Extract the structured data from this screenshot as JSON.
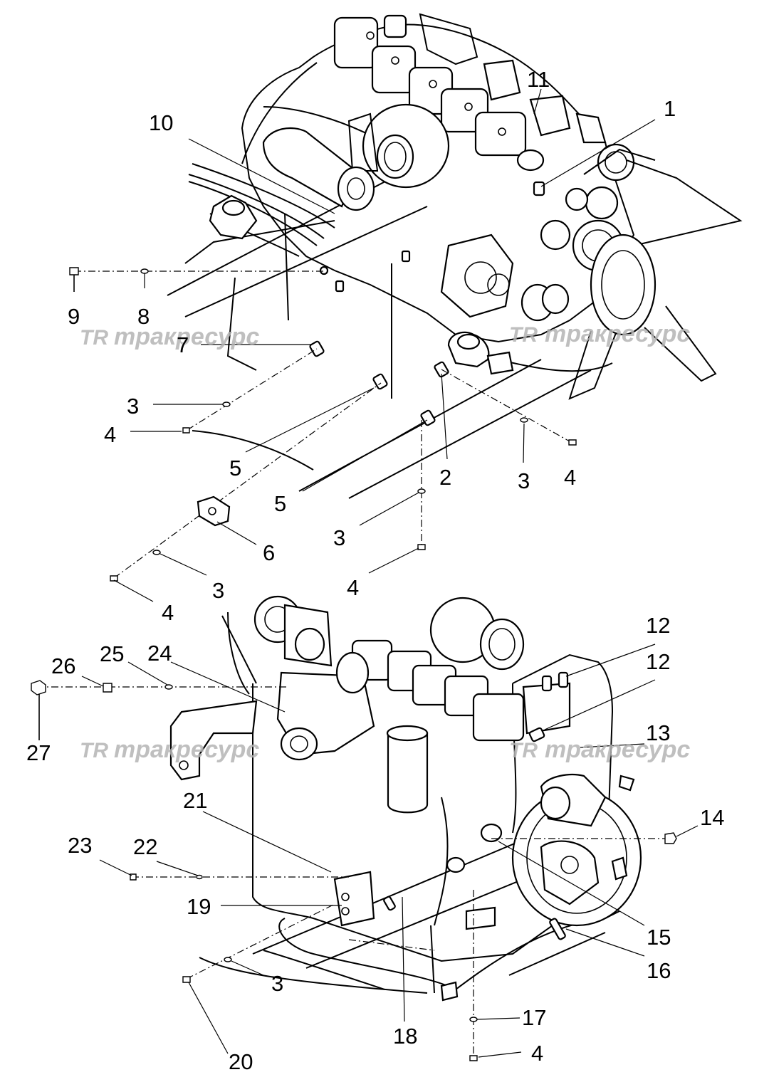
{
  "watermark": {
    "logo": "TR",
    "text": "тракресурс"
  },
  "top_assembly": {
    "callouts": [
      "1",
      "2",
      "3",
      "3",
      "3",
      "3",
      "4",
      "4",
      "4",
      "4",
      "5",
      "5",
      "6",
      "7",
      "8",
      "9",
      "10",
      "11"
    ]
  },
  "bottom_assembly": {
    "callouts": [
      "12",
      "12",
      "13",
      "14",
      "15",
      "16",
      "17",
      "4",
      "18",
      "3",
      "20",
      "19",
      "21",
      "22",
      "23",
      "24",
      "25",
      "26",
      "27"
    ]
  }
}
